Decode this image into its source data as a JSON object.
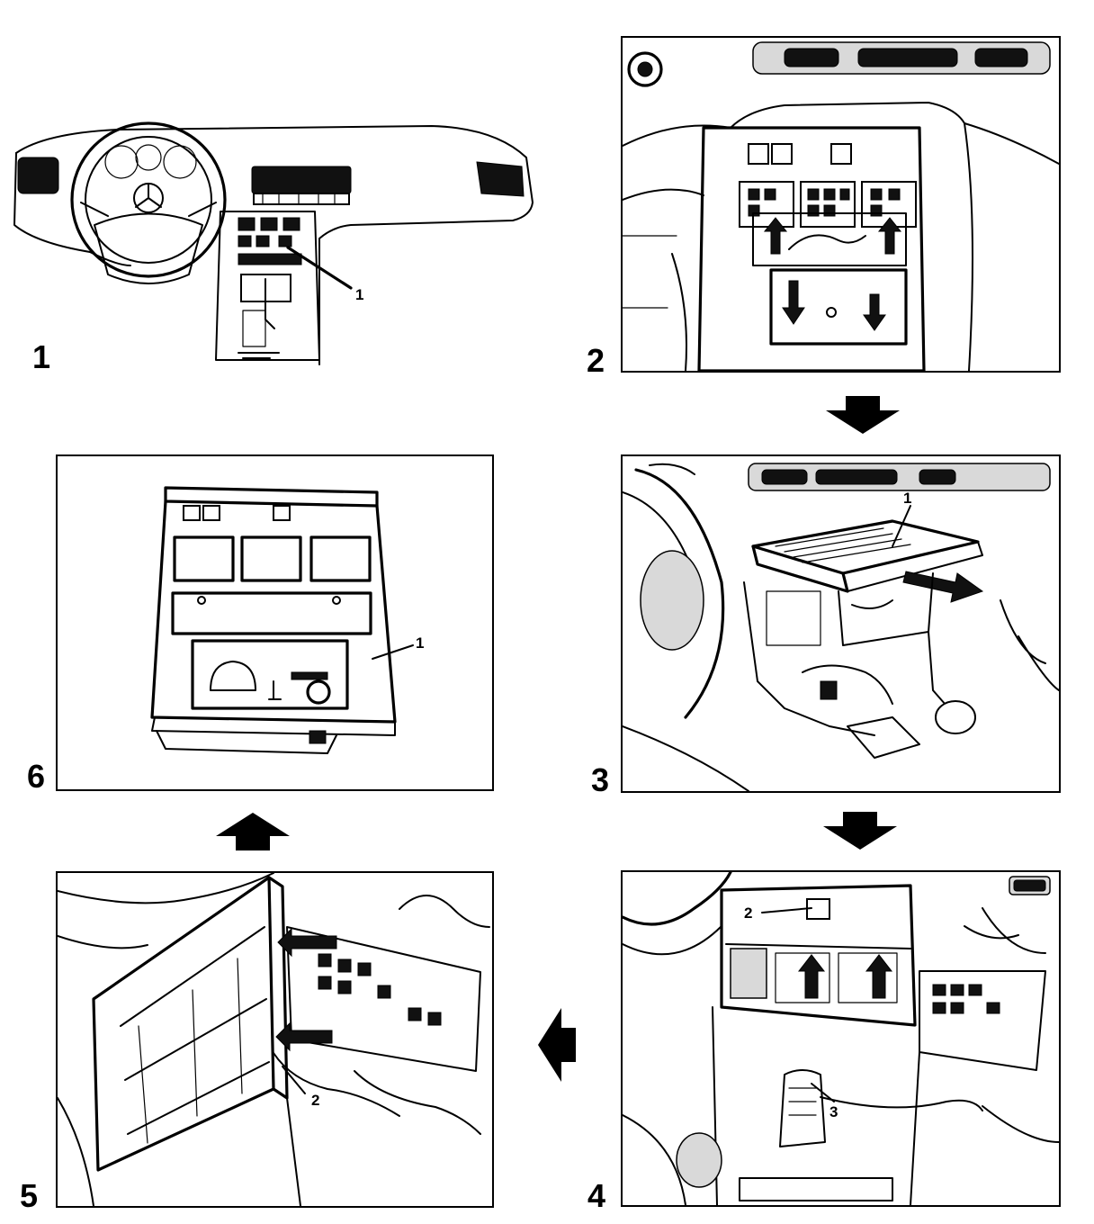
{
  "steps": [
    {
      "id": 1,
      "label": "1",
      "callouts": [
        "1"
      ]
    },
    {
      "id": 2,
      "label": "2",
      "callouts": []
    },
    {
      "id": 3,
      "label": "3",
      "callouts": [
        "1"
      ]
    },
    {
      "id": 4,
      "label": "4",
      "callouts": [
        "2",
        "3"
      ]
    },
    {
      "id": 5,
      "label": "5",
      "callouts": [
        "2"
      ]
    },
    {
      "id": 6,
      "label": "6",
      "callouts": [
        "1"
      ]
    }
  ],
  "flow_arrows": [
    {
      "from": 2,
      "to": 3,
      "direction": "down"
    },
    {
      "from": 3,
      "to": 4,
      "direction": "down"
    },
    {
      "from": 4,
      "to": 5,
      "direction": "left"
    },
    {
      "from": 5,
      "to": 6,
      "direction": "up"
    }
  ],
  "colors": {
    "line": "#000000",
    "background": "#ffffff",
    "shade": "#d9d9d9"
  }
}
